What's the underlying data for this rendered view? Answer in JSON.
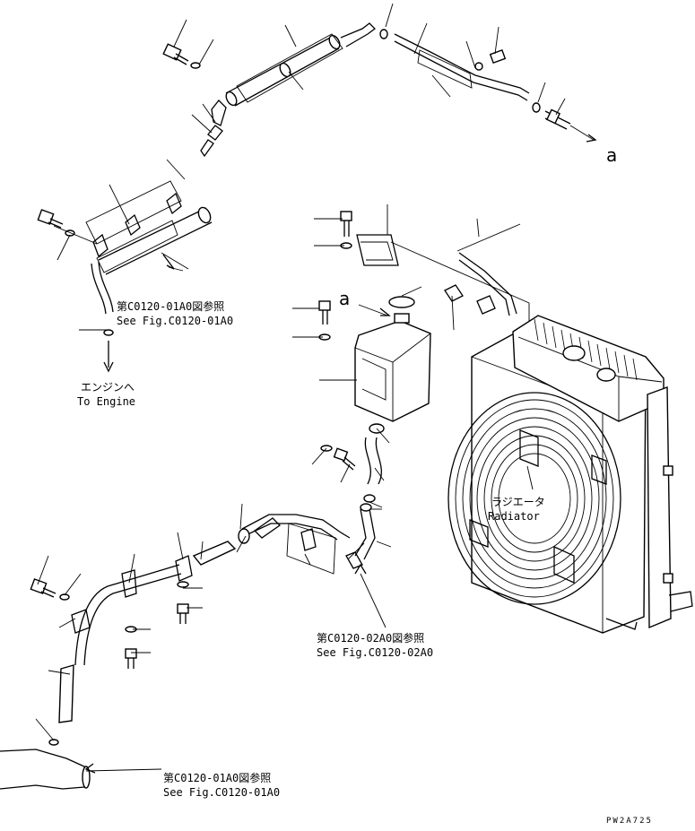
{
  "diagram": {
    "exploded_view": "cooling piping assembly",
    "callouts": {
      "top_ref_jp": "第C0120-01A0図参照",
      "top_ref_en": "See Fig.C0120-01A0",
      "to_engine_jp": "エンジンへ",
      "to_engine_en": "To Engine",
      "marker_a_right": "a",
      "marker_a_tank": "a",
      "radiator_jp": "ラジエータ",
      "radiator_en": "Radiator",
      "mid_ref_jp": "第C0120-02A0図参照",
      "mid_ref_en": "See Fig.C0120-02A0",
      "bottom_ref_jp": "第C0120-01A0図参照",
      "bottom_ref_en": "See Fig.C0120-01A0",
      "drawing_code": "PW2A725"
    }
  }
}
